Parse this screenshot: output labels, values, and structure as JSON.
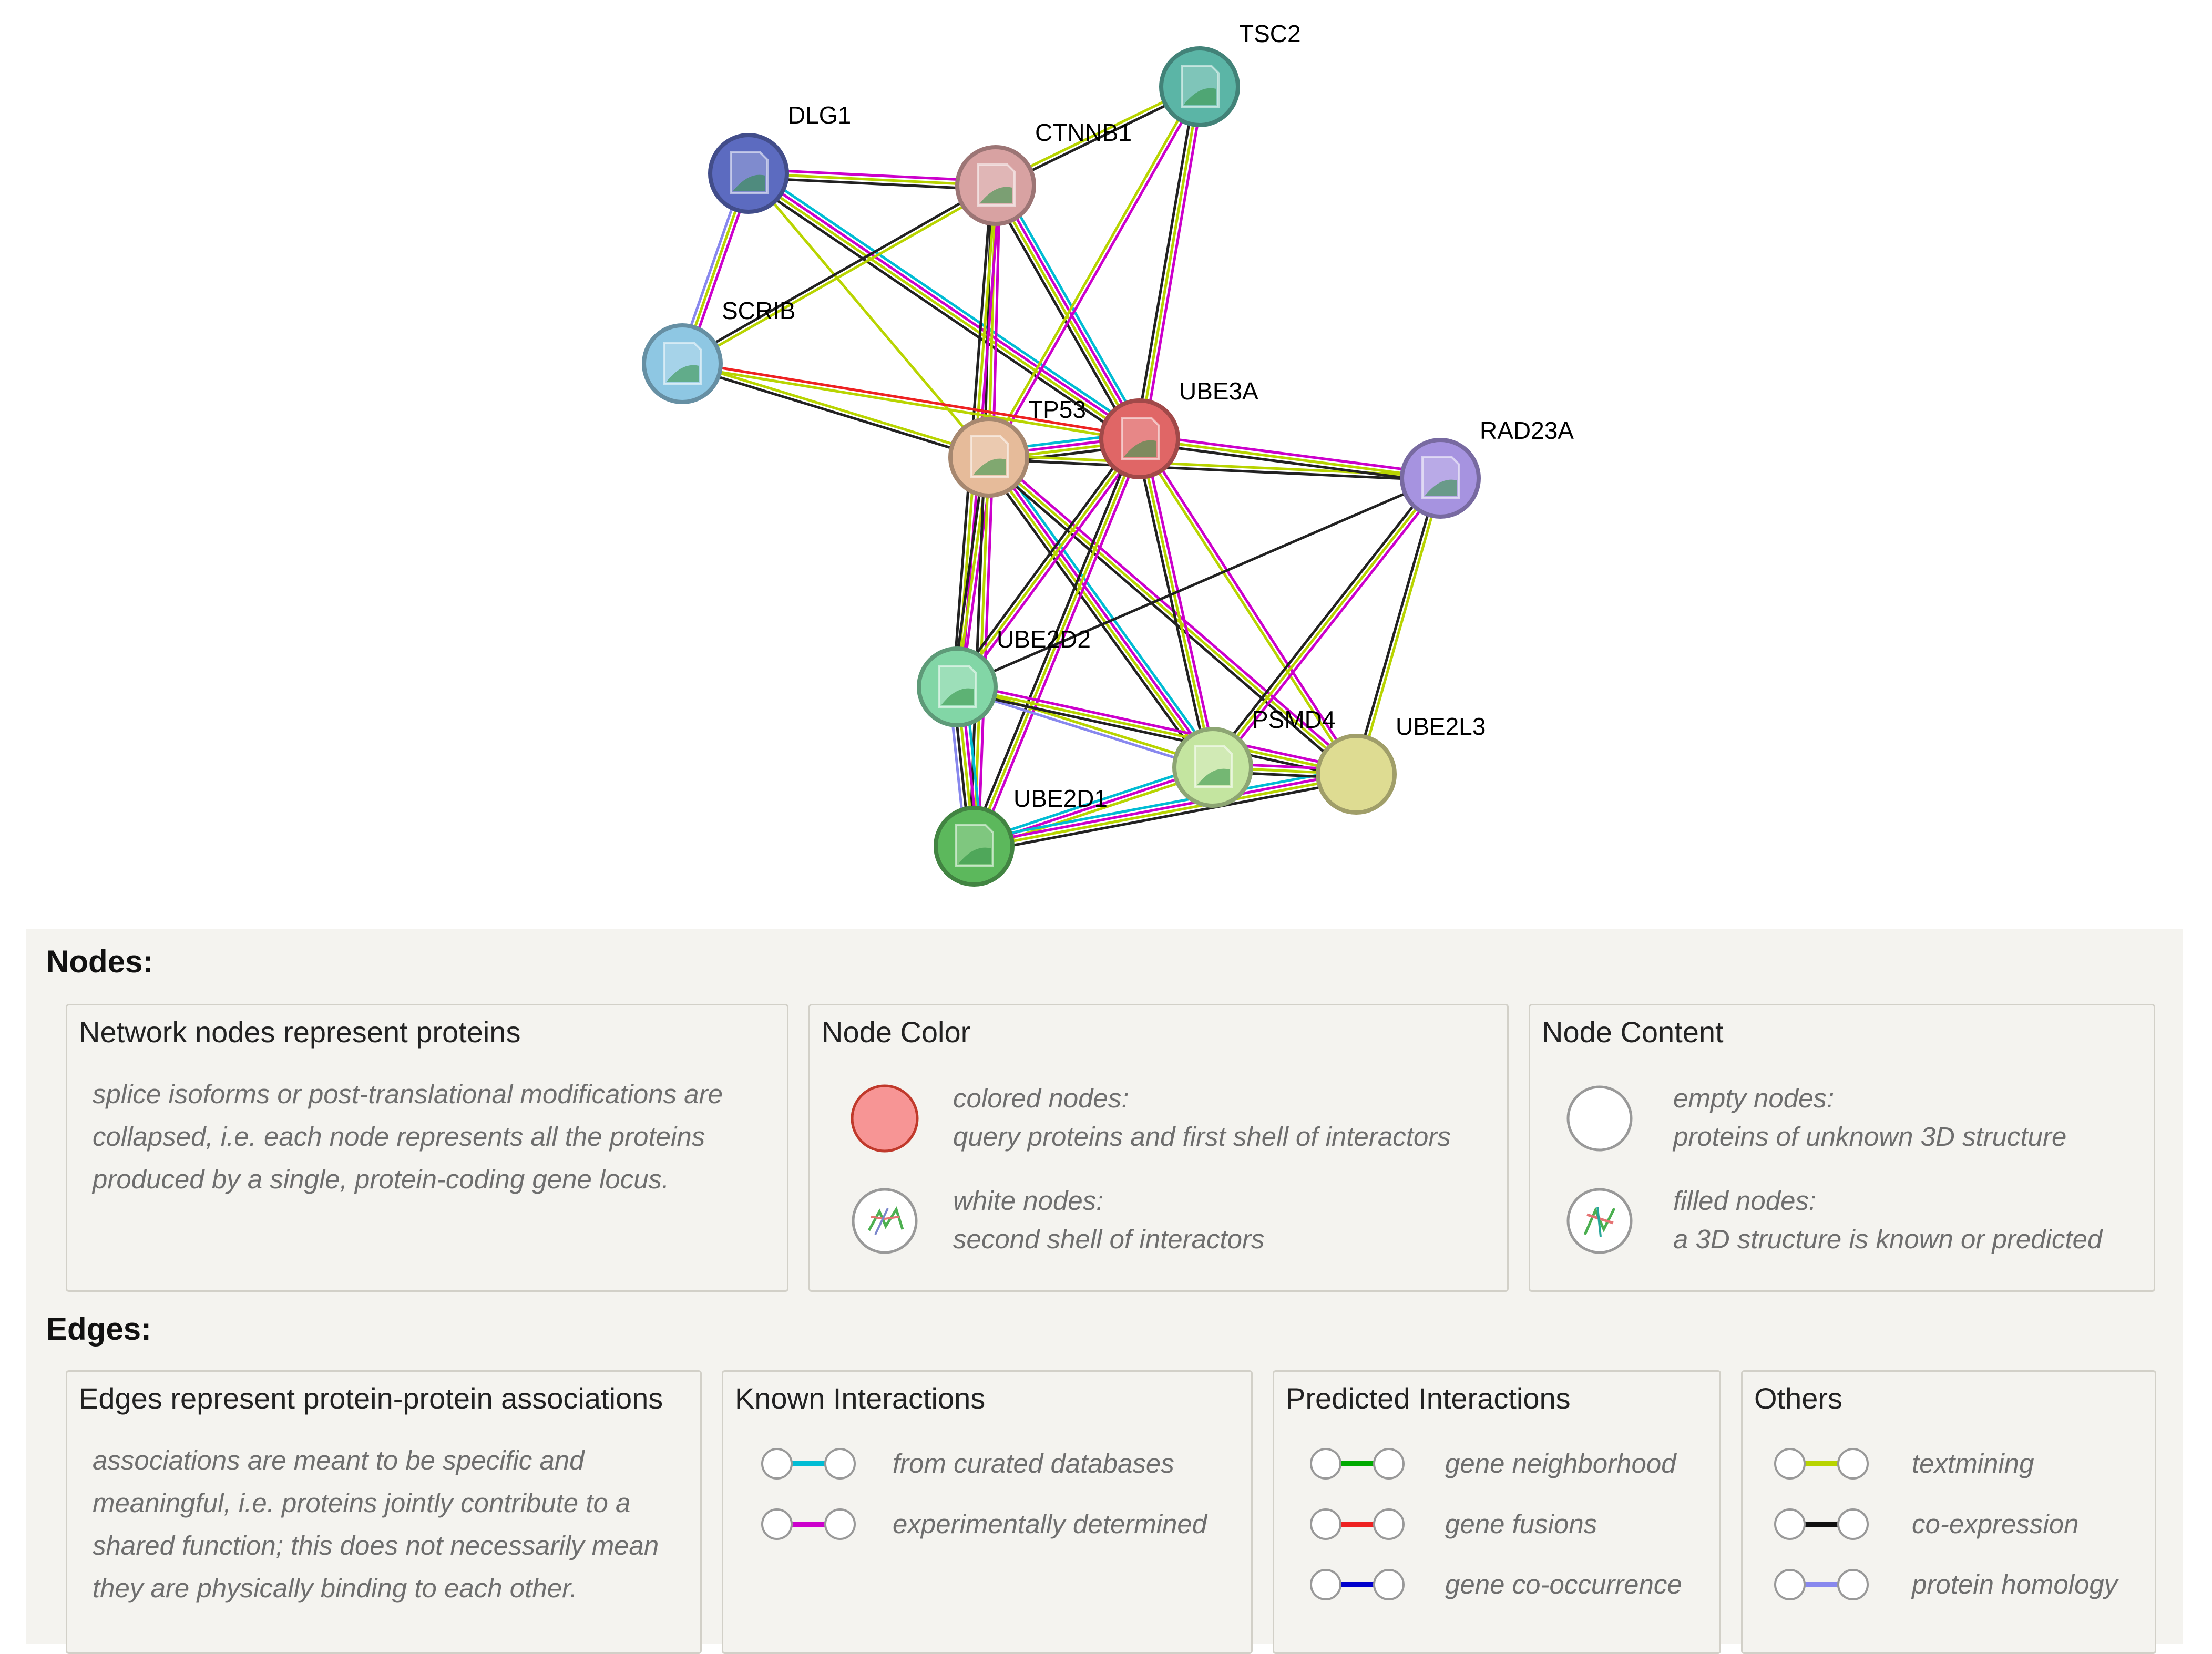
{
  "network": {
    "nodes": [
      {
        "id": "DLG1",
        "label": "DLG1",
        "color": "#5c6bc0"
      },
      {
        "id": "CTNNB1",
        "label": "CTNNB1",
        "color": "#d8a2a2"
      },
      {
        "id": "TSC2",
        "label": "TSC2",
        "color": "#5bb5a6"
      },
      {
        "id": "SCRIB",
        "label": "SCRIB",
        "color": "#8ec7e3"
      },
      {
        "id": "TP53",
        "label": "TP53",
        "color": "#e6bb9a"
      },
      {
        "id": "UBE3A",
        "label": "UBE3A",
        "color": "#e06666"
      },
      {
        "id": "RAD23A",
        "label": "RAD23A",
        "color": "#a693e0"
      },
      {
        "id": "UBE2D2",
        "label": "UBE2D2",
        "color": "#82d6a6"
      },
      {
        "id": "PSMD4",
        "label": "PSMD4",
        "color": "#c4e5a0"
      },
      {
        "id": "UBE2L3",
        "label": "UBE2L3",
        "color": "#dedc92"
      },
      {
        "id": "UBE2D1",
        "label": "UBE2D1",
        "color": "#5cb85c"
      }
    ],
    "edges": [
      {
        "a": "DLG1",
        "b": "CTNNB1",
        "types": [
          "experimental",
          "textmining",
          "coexpression"
        ]
      },
      {
        "a": "DLG1",
        "b": "SCRIB",
        "types": [
          "experimental",
          "textmining",
          "homology"
        ]
      },
      {
        "a": "DLG1",
        "b": "TP53",
        "types": [
          "textmining"
        ]
      },
      {
        "a": "DLG1",
        "b": "UBE3A",
        "types": [
          "database",
          "experimental",
          "textmining",
          "coexpression"
        ]
      },
      {
        "a": "CTNNB1",
        "b": "TSC2",
        "types": [
          "textmining",
          "coexpression"
        ]
      },
      {
        "a": "CTNNB1",
        "b": "SCRIB",
        "types": [
          "textmining",
          "coexpression"
        ]
      },
      {
        "a": "CTNNB1",
        "b": "TP53",
        "types": [
          "experimental",
          "textmining",
          "coexpression"
        ]
      },
      {
        "a": "CTNNB1",
        "b": "UBE3A",
        "types": [
          "database",
          "experimental",
          "textmining",
          "coexpression"
        ]
      },
      {
        "a": "CTNNB1",
        "b": "UBE2D2",
        "types": [
          "experimental",
          "textmining",
          "coexpression"
        ]
      },
      {
        "a": "TSC2",
        "b": "UBE3A",
        "types": [
          "experimental",
          "textmining",
          "coexpression"
        ]
      },
      {
        "a": "TSC2",
        "b": "TP53",
        "types": [
          "experimental",
          "textmining"
        ]
      },
      {
        "a": "SCRIB",
        "b": "UBE3A",
        "types": [
          "fusion",
          "textmining"
        ]
      },
      {
        "a": "SCRIB",
        "b": "TP53",
        "types": [
          "textmining",
          "coexpression"
        ]
      },
      {
        "a": "TP53",
        "b": "UBE3A",
        "types": [
          "database",
          "experimental",
          "textmining",
          "coexpression"
        ]
      },
      {
        "a": "TP53",
        "b": "RAD23A",
        "types": [
          "textmining",
          "coexpression"
        ]
      },
      {
        "a": "TP53",
        "b": "UBE2D2",
        "types": [
          "experimental",
          "textmining",
          "coexpression"
        ]
      },
      {
        "a": "TP53",
        "b": "UBE2D1",
        "types": [
          "experimental",
          "textmining",
          "coexpression"
        ]
      },
      {
        "a": "TP53",
        "b": "PSMD4",
        "types": [
          "database",
          "experimental",
          "textmining",
          "coexpression"
        ]
      },
      {
        "a": "TP53",
        "b": "UBE2L3",
        "types": [
          "experimental",
          "textmining",
          "coexpression"
        ]
      },
      {
        "a": "UBE3A",
        "b": "RAD23A",
        "types": [
          "experimental",
          "textmining",
          "coexpression"
        ]
      },
      {
        "a": "UBE3A",
        "b": "UBE2D2",
        "types": [
          "experimental",
          "textmining",
          "coexpression"
        ]
      },
      {
        "a": "UBE3A",
        "b": "UBE2D1",
        "types": [
          "experimental",
          "textmining",
          "coexpression"
        ]
      },
      {
        "a": "UBE3A",
        "b": "PSMD4",
        "types": [
          "experimental",
          "textmining",
          "coexpression"
        ]
      },
      {
        "a": "UBE3A",
        "b": "UBE2L3",
        "types": [
          "experimental",
          "textmining"
        ]
      },
      {
        "a": "RAD23A",
        "b": "UBE2D2",
        "types": [
          "coexpression"
        ]
      },
      {
        "a": "RAD23A",
        "b": "PSMD4",
        "types": [
          "experimental",
          "textmining",
          "coexpression"
        ]
      },
      {
        "a": "RAD23A",
        "b": "UBE2L3",
        "types": [
          "textmining",
          "coexpression"
        ]
      },
      {
        "a": "UBE2D2",
        "b": "UBE2D1",
        "types": [
          "database",
          "experimental",
          "textmining",
          "coexpression",
          "homology"
        ]
      },
      {
        "a": "UBE2D2",
        "b": "PSMD4",
        "types": [
          "textmining",
          "homology"
        ]
      },
      {
        "a": "UBE2D2",
        "b": "UBE2L3",
        "types": [
          "experimental",
          "textmining",
          "coexpression"
        ]
      },
      {
        "a": "UBE2D1",
        "b": "PSMD4",
        "types": [
          "database",
          "experimental",
          "textmining"
        ]
      },
      {
        "a": "UBE2D1",
        "b": "UBE2L3",
        "types": [
          "database",
          "experimental",
          "textmining",
          "coexpression"
        ]
      },
      {
        "a": "PSMD4",
        "b": "UBE2L3",
        "types": [
          "experimental",
          "textmining",
          "coexpression"
        ]
      }
    ]
  },
  "colors": {
    "database": "#00bcd4",
    "experimental": "#cc00cc",
    "neighborhood": "#00aa00",
    "fusion": "#ee2222",
    "cooccurrence": "#0000cc",
    "textmining": "#b8d400",
    "coexpression": "#222222",
    "homology": "#8888ee",
    "legend_bg": "#f4f3ef",
    "box_border": "#d2d0c8"
  },
  "legend": {
    "nodes_title": "Nodes:",
    "edges_title": "Edges:",
    "nodes_box": {
      "title": "Network nodes represent proteins",
      "desc": "splice isoforms or post-translational modifications are collapsed, i.e. each node represents all the proteins produced by a single, protein-coding gene locus."
    },
    "node_color": {
      "title": "Node Color",
      "colored_label": "colored nodes:",
      "colored_desc": "query proteins and first shell of interactors",
      "white_label": "white nodes:",
      "white_desc": "second shell of interactors"
    },
    "node_content": {
      "title": "Node Content",
      "empty_label": "empty nodes:",
      "empty_desc": "proteins of unknown 3D structure",
      "filled_label": "filled nodes:",
      "filled_desc": "a 3D structure is known or predicted"
    },
    "edges_box": {
      "title": "Edges represent protein-protein associations",
      "desc": "associations are meant to be specific and meaningful, i.e. proteins jointly contribute to a shared function; this does not necessarily mean they are physically binding to each other."
    },
    "known": {
      "title": "Known Interactions",
      "database": "from curated databases",
      "experimental": "experimentally determined"
    },
    "predicted": {
      "title": "Predicted Interactions",
      "neighborhood": "gene neighborhood",
      "fusion": "gene fusions",
      "cooccurrence": "gene co-occurrence"
    },
    "others": {
      "title": "Others",
      "textmining": "textmining",
      "coexpression": "co-expression",
      "homology": "protein homology"
    }
  }
}
